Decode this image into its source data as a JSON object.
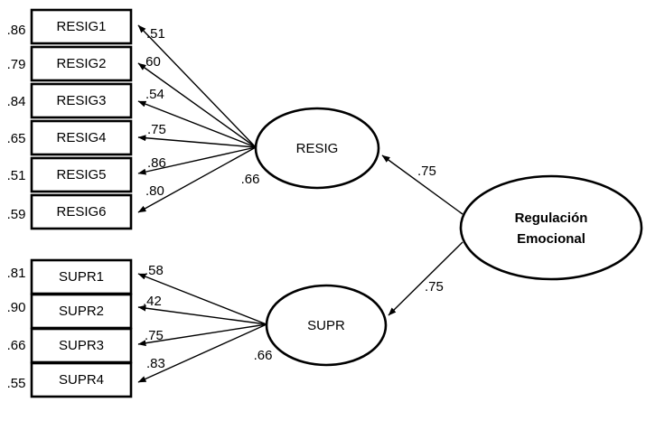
{
  "chart_data": {
    "type": "diagram",
    "diagram_type": "structural-equation-model-path-diagram",
    "title": "",
    "background_color": "#ffffff",
    "line_color": "#000000",
    "factors": [
      {
        "id": "RESIG",
        "label": "RESIG",
        "shape": "ellipse",
        "bold": false,
        "disturbance": ".66",
        "indicators": [
          {
            "name": "RESIG1",
            "error": ".86",
            "loading": ".51"
          },
          {
            "name": "RESIG2",
            "error": ".79",
            "loading": ".60"
          },
          {
            "name": "RESIG3",
            "error": ".84",
            "loading": ".54"
          },
          {
            "name": "RESIG4",
            "error": ".65",
            "loading": ".75"
          },
          {
            "name": "RESIG5",
            "error": ".51",
            "loading": ".86"
          },
          {
            "name": "RESIG6",
            "error": ".59",
            "loading": ".80"
          }
        ]
      },
      {
        "id": "SUPR",
        "label": "SUPR",
        "shape": "ellipse",
        "bold": false,
        "disturbance": ".66",
        "indicators": [
          {
            "name": "SUPR1",
            "error": ".81",
            "loading": ".58"
          },
          {
            "name": "SUPR2",
            "error": ".90",
            "loading": ".42"
          },
          {
            "name": "SUPR3",
            "error": ".66",
            "loading": ".75"
          },
          {
            "name": "SUPR4",
            "error": ".55",
            "loading": ".83"
          }
        ]
      }
    ],
    "second_order_factor": {
      "id": "REGEMO",
      "label_line1": "Regulación",
      "label_line2": "Emocional",
      "shape": "ellipse",
      "bold": true
    },
    "structural_paths": [
      {
        "from": "REGEMO",
        "to": "RESIG",
        "coefficient": ".75"
      },
      {
        "from": "REGEMO",
        "to": "SUPR",
        "coefficient": ".75"
      }
    ]
  },
  "resig": {
    "factor_label": "RESIG",
    "disturbance": ".66",
    "errors": {
      "e1": ".86",
      "e2": ".79",
      "e3": ".84",
      "e4": ".65",
      "e5": ".51",
      "e6": ".59"
    },
    "indicators": {
      "i1": "RESIG1",
      "i2": "RESIG2",
      "i3": "RESIG3",
      "i4": "RESIG4",
      "i5": "RESIG5",
      "i6": "RESIG6"
    },
    "loadings": {
      "l1": ".51",
      "l2": ".60",
      "l3": ".54",
      "l4": ".75",
      "l5": ".86",
      "l6": ".80"
    }
  },
  "supr": {
    "factor_label": "SUPR",
    "disturbance": ".66",
    "errors": {
      "e1": ".81",
      "e2": ".90",
      "e3": ".66",
      "e4": ".55"
    },
    "indicators": {
      "i1": "SUPR1",
      "i2": "SUPR2",
      "i3": "SUPR3",
      "i4": "SUPR4"
    },
    "loadings": {
      "l1": ".58",
      "l2": ".42",
      "l3": ".75",
      "l4": ".83"
    }
  },
  "second_order": {
    "line1": "Regulación",
    "line2": "Emocional",
    "path_to_resig": ".75",
    "path_to_supr": ".75"
  }
}
